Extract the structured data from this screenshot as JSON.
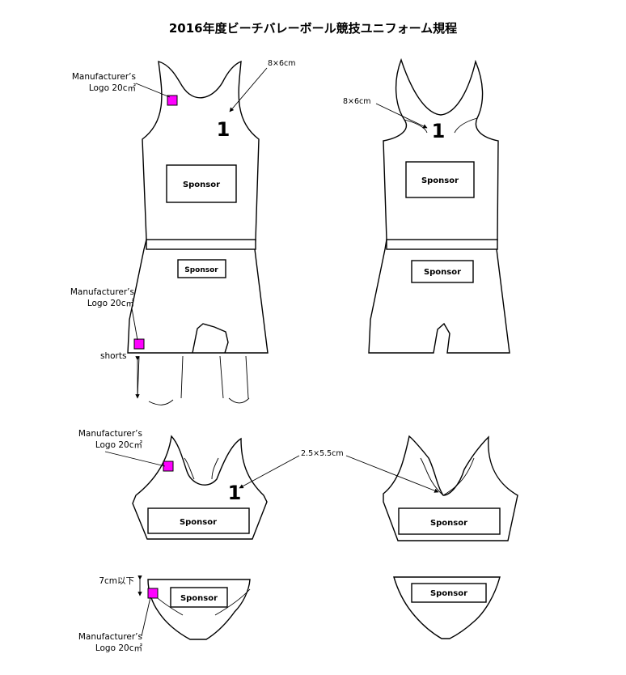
{
  "title": "2016年度ビーチバレーボール競技ユニフォーム規程",
  "labels": {
    "manufacturer_line1": "Manufacturer’s",
    "manufacturer_line2": "Logo 20c㎡",
    "sponsor": "Sponsor",
    "player_number": "1",
    "number_size_large": "8×6cm",
    "number_size_small": "2.5×5.5cm",
    "shorts": "shorts",
    "bottom_height": "7cm以下"
  },
  "colors": {
    "logo_patch": "#ff00ff",
    "outline": "#000000",
    "background": "#ffffff"
  }
}
